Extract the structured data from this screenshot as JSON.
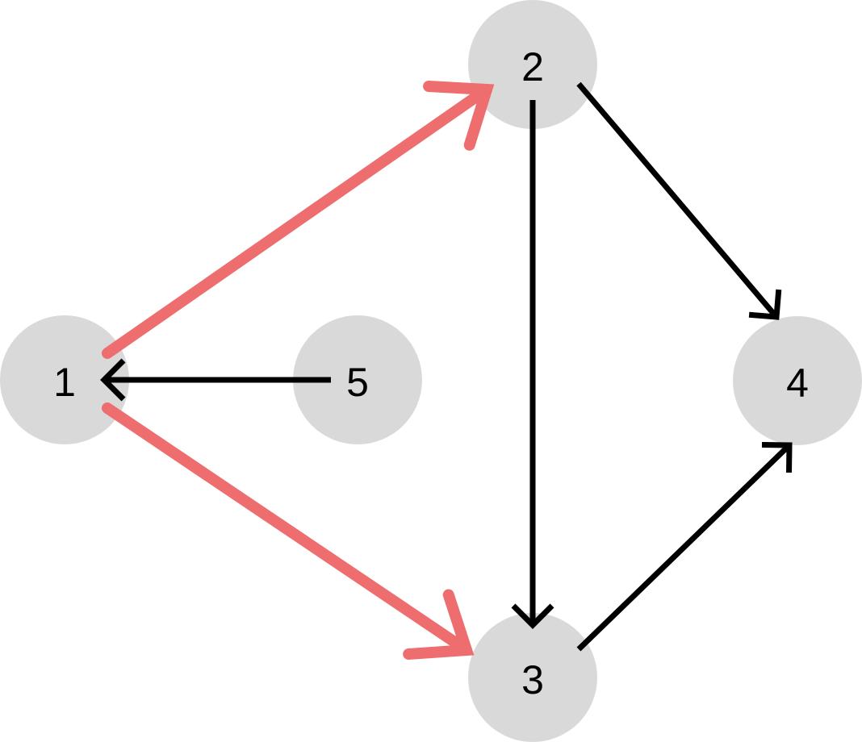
{
  "nodes": [
    {
      "id": "1",
      "label": "1"
    },
    {
      "id": "2",
      "label": "2"
    },
    {
      "id": "3",
      "label": "3"
    },
    {
      "id": "4",
      "label": "4"
    },
    {
      "id": "5",
      "label": "5"
    }
  ],
  "edges": [
    {
      "from": "1",
      "to": "2",
      "highlighted": true
    },
    {
      "from": "1",
      "to": "3",
      "highlighted": true
    },
    {
      "from": "5",
      "to": "1",
      "highlighted": false
    },
    {
      "from": "2",
      "to": "3",
      "highlighted": false
    },
    {
      "from": "2",
      "to": "4",
      "highlighted": false
    },
    {
      "from": "3",
      "to": "4",
      "highlighted": false
    }
  ],
  "colors": {
    "node_fill": "#d9d9d9",
    "edge": "#000000",
    "highlight": "#ee6e6f"
  }
}
